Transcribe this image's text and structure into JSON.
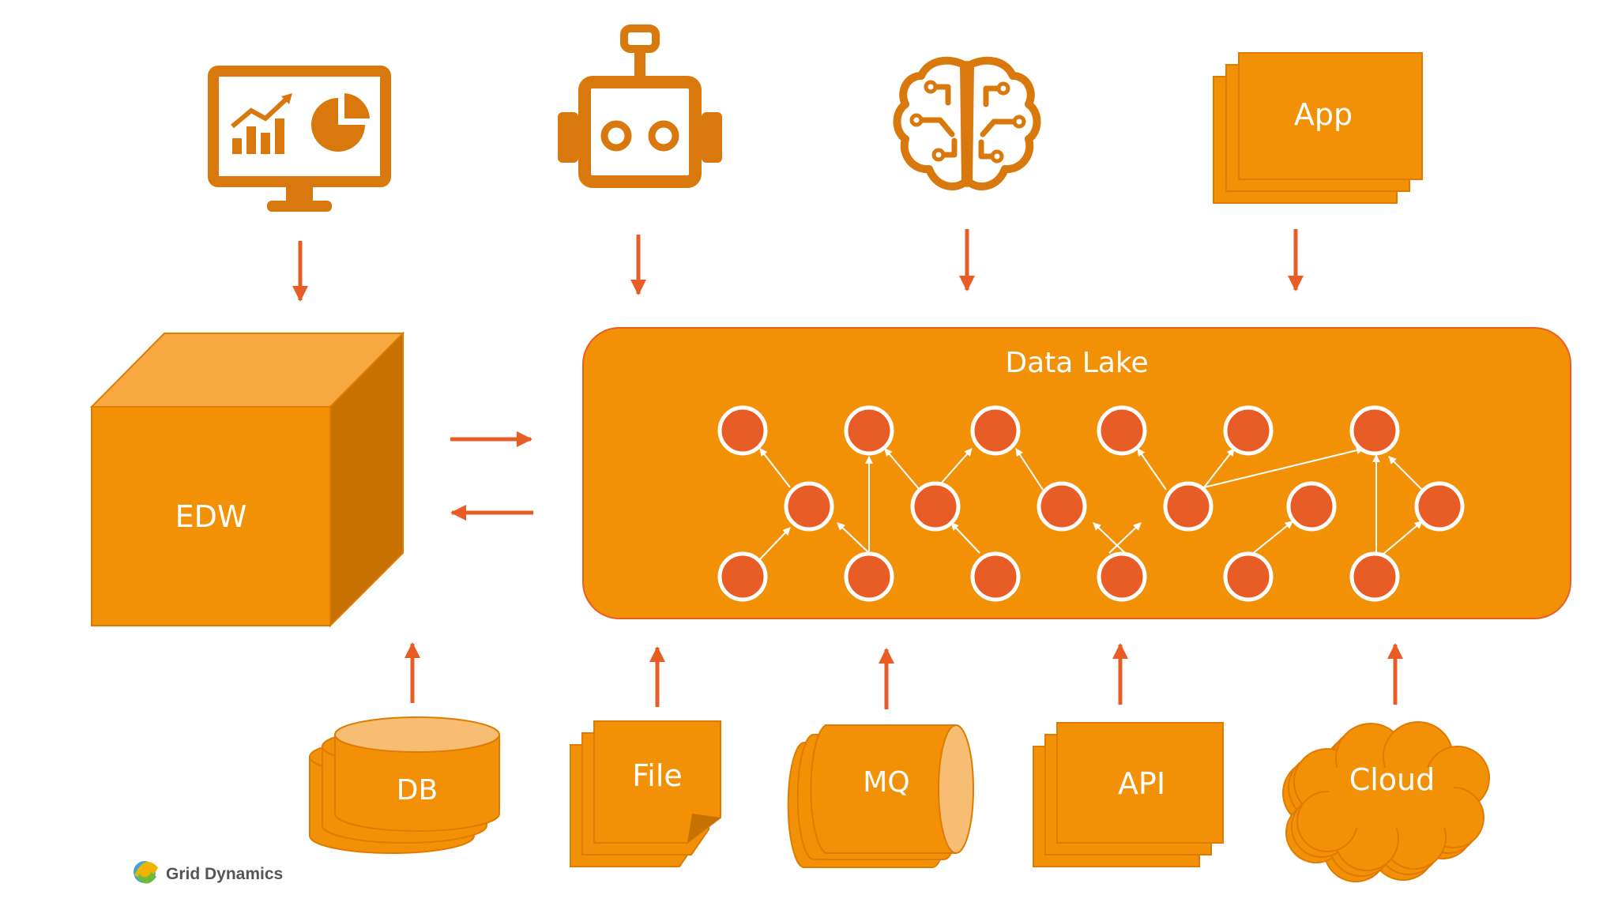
{
  "colors": {
    "orange": "#f39106",
    "orange_light": "#f7a840",
    "orange_dark": "#c77100",
    "arrow": "#e85d26",
    "node": "#e85d26",
    "cylinder_top": "#f6bd73"
  },
  "icons": {
    "dashboard": "dashboard-monitor-icon",
    "robot": "robot-icon",
    "brain": "ai-brain-icon",
    "logo": "grid-dynamics-logo-icon"
  },
  "labels": {
    "app": "App",
    "data_lake": "Data Lake",
    "edw": "EDW",
    "db": "DB",
    "file": "File",
    "mq": "MQ",
    "api": "API",
    "cloud": "Cloud"
  },
  "brand": {
    "name": "Grid Dynamics"
  }
}
